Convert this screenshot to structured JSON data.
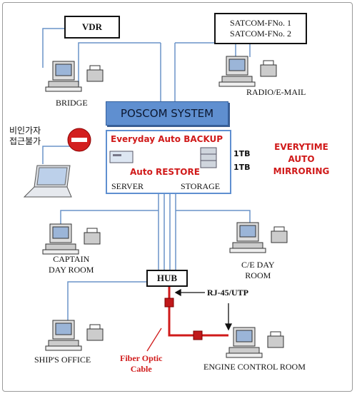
{
  "vdr": "VDR",
  "satcom": [
    "SATCOM-FNo. 1",
    "SATCOM-FNo. 2"
  ],
  "bridge": "BRIDGE",
  "radio_email": "RADIO/E-MAIL",
  "poscom_system": "POSCOM SYSTEM",
  "unauthorized_access": [
    "비인가자",
    "접근불가"
  ],
  "everyday_backup": "Everyday Auto BACKUP",
  "auto_restore": "Auto RESTORE",
  "server": "SERVER",
  "storage": "STORAGE",
  "capacity": [
    "1TB",
    "1TB"
  ],
  "mirroring": [
    "EVERYTIME",
    "AUTO",
    "MIRRORING"
  ],
  "captain_room": [
    "CAPTAIN",
    "DAY ROOM"
  ],
  "ce_room": [
    "C/E DAY",
    "ROOM"
  ],
  "hub": "HUB",
  "rj45": "RJ-45/UTP",
  "ships_office": "SHIP'S OFFICE",
  "fiber_cable": [
    "Fiber Optic",
    "Cable"
  ],
  "engine_control_room": "ENGINE CONTROL ROOM",
  "colors": {
    "network_line": "#6a93c8",
    "fiber": "#d01a1a",
    "poscom_header": "#5f8fd0",
    "warning_red": "#d01a1a"
  }
}
